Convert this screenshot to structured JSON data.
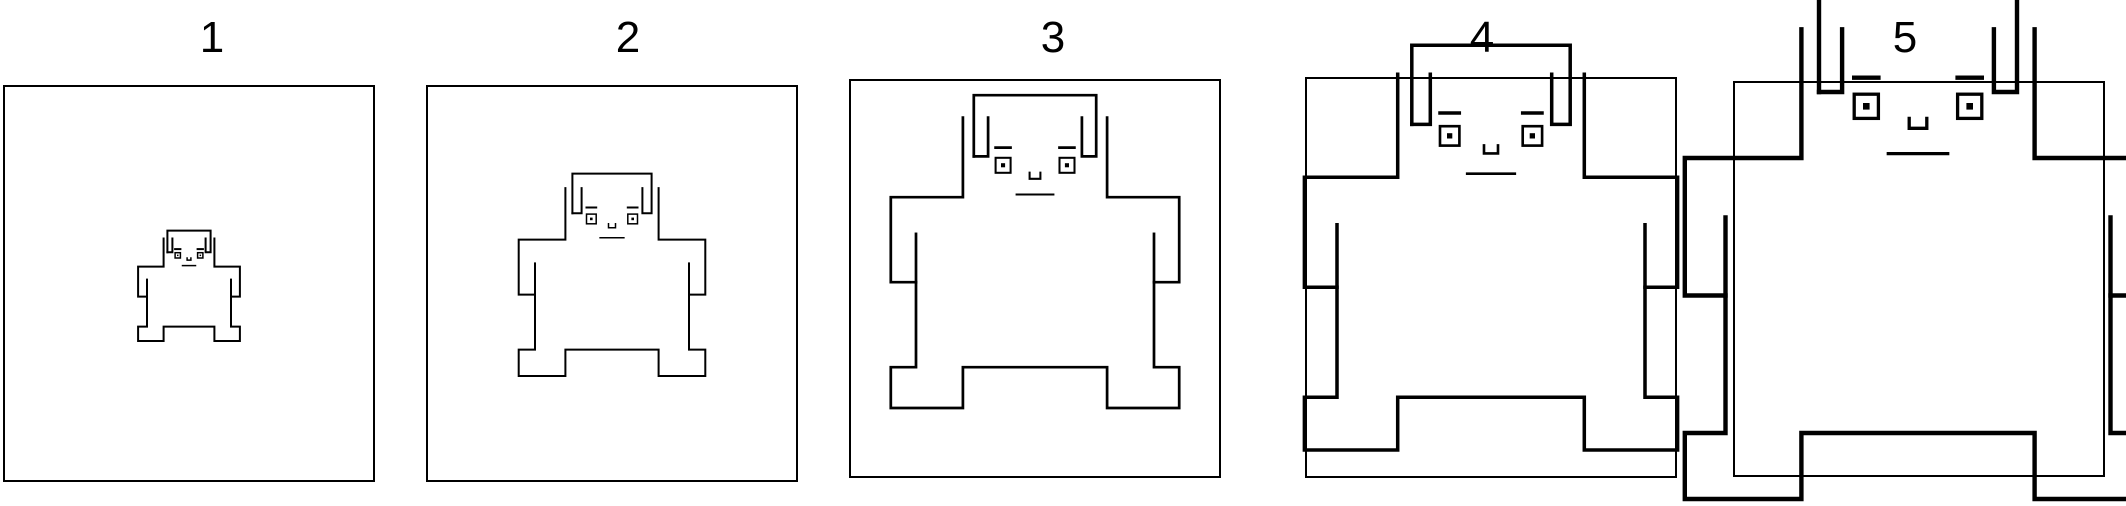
{
  "panels": [
    {
      "number": "1",
      "figure_scale": 0.24
    },
    {
      "number": "2",
      "figure_scale": 0.44
    },
    {
      "number": "3",
      "figure_scale": 0.68
    },
    {
      "number": "4",
      "figure_scale": 0.88
    },
    {
      "number": "5",
      "figure_scale": 1.1
    }
  ],
  "colors": {
    "stroke": "#000000",
    "background": "#ffffff"
  }
}
